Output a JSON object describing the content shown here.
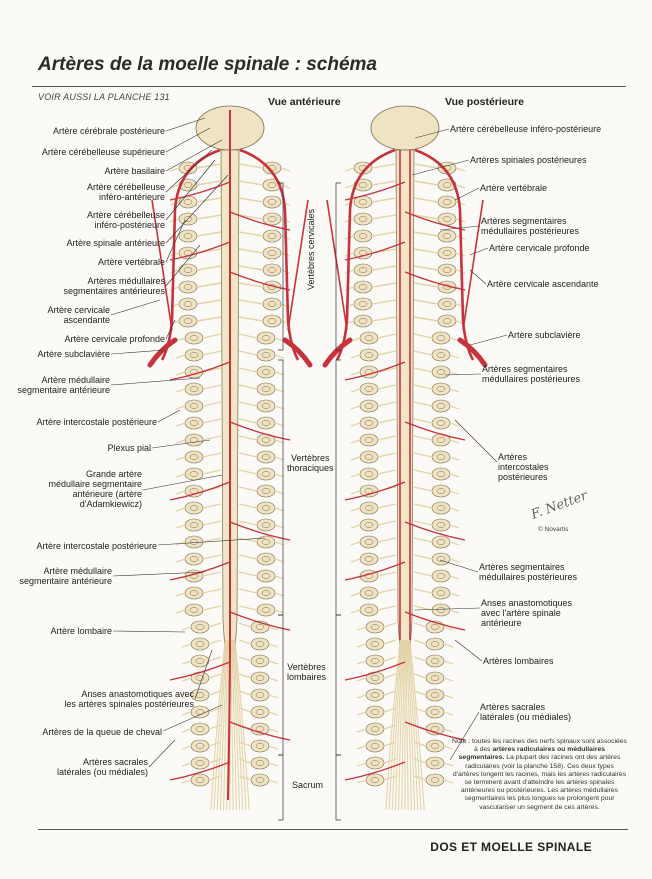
{
  "page": {
    "title": "Artères de la moelle spinale : schéma",
    "see_also": "VOIR AUSSI LA PLANCHE 131",
    "footer": "DOS ET MOELLE SPINALE",
    "view_anterior": "Vue antérieure",
    "view_posterior": "Vue postérieure",
    "signature": "F. Netter",
    "copyright": "© Novartis"
  },
  "labels_left": [
    [
      "Artère cérébrale postérieure"
    ],
    [
      "Artère cérébelleuse supérieure"
    ],
    [
      "Artère basilaire"
    ],
    [
      "Artère cérébelleuse",
      "inféro-antérieure"
    ],
    [
      "Artère cérébelleuse",
      "inféro-postérieure"
    ],
    [
      "Artère spinale antérieure"
    ],
    [
      "Artère vertébrale"
    ],
    [
      "Artères médullaires",
      "segmentaires antérieures"
    ],
    [
      "Artère cervicale",
      "ascendante"
    ],
    [
      "Artère cervicale profonde"
    ],
    [
      "Artère subclavière"
    ],
    [
      "Artère médullaire",
      "segmentaire antérieure"
    ],
    [
      "Artère intercostale postérieure"
    ],
    [
      "Plexus pial"
    ],
    [
      "Grande artère",
      "médullaire segmentaire",
      "antérieure (artère",
      "d'Adamkiewicz)"
    ],
    [
      "Artère intercostale postérieure"
    ],
    [
      "Artère médullaire",
      "segmentaire antérieure"
    ],
    [
      "Artère lombaire"
    ],
    [
      "Anses anastomotiques avec",
      "les artères spinales postérieures"
    ],
    [
      "Artères de la queue de cheval"
    ],
    [
      "Artères sacrales",
      "latérales (ou médiales)"
    ]
  ],
  "labels_middle": [
    [
      "Vertèbres cervicales"
    ],
    [
      "Vertèbres",
      "thoraciques"
    ],
    [
      "Vertèbres",
      "lombaires"
    ],
    [
      "Sacrum"
    ]
  ],
  "labels_right": [
    [
      "Artère cérébelleuse inféro-postérieure"
    ],
    [
      "Artères spinales postérieures"
    ],
    [
      "Artère vertébrale"
    ],
    [
      "Artères segmentaires",
      "médullaires postérieures"
    ],
    [
      "Artère cervicale profonde"
    ],
    [
      "Artère cervicale ascendante"
    ],
    [
      "Artère subclavière"
    ],
    [
      "Artères segmentaires",
      "médullaires postérieures"
    ],
    [
      "Artères",
      "intercostales",
      "postérieures"
    ],
    [
      "Artères segmentaires",
      "médullaires postérieures"
    ],
    [
      "Anses anastomotiques",
      "avec l'artère spinale",
      "antérieure"
    ],
    [
      "Artères lombaires"
    ],
    [
      "Artères sacrales",
      "latérales (ou médiales)"
    ]
  ],
  "note": {
    "part1": "Note : toutes les racines des nerfs spinaux sont associées à des",
    "bold": "artères radiculaires ou médullaires segmentaires.",
    "part2": "La plupart des racines ont des artères radiculaires (voir la planche 158). Ces deux types d'artères longent les racines, mais les artères radiculaires se terminent avant d'atteindre les artères spinales antérieures ou postérieures. Les artères médullaires segmentaires les plus longues se prolongent pour vasculariser un segment de ces artères."
  },
  "colors": {
    "artery": "#c8323c",
    "nerve": "#e3d3a8",
    "vertebra": "#efe3c4",
    "outline": "#7a6a4a"
  }
}
